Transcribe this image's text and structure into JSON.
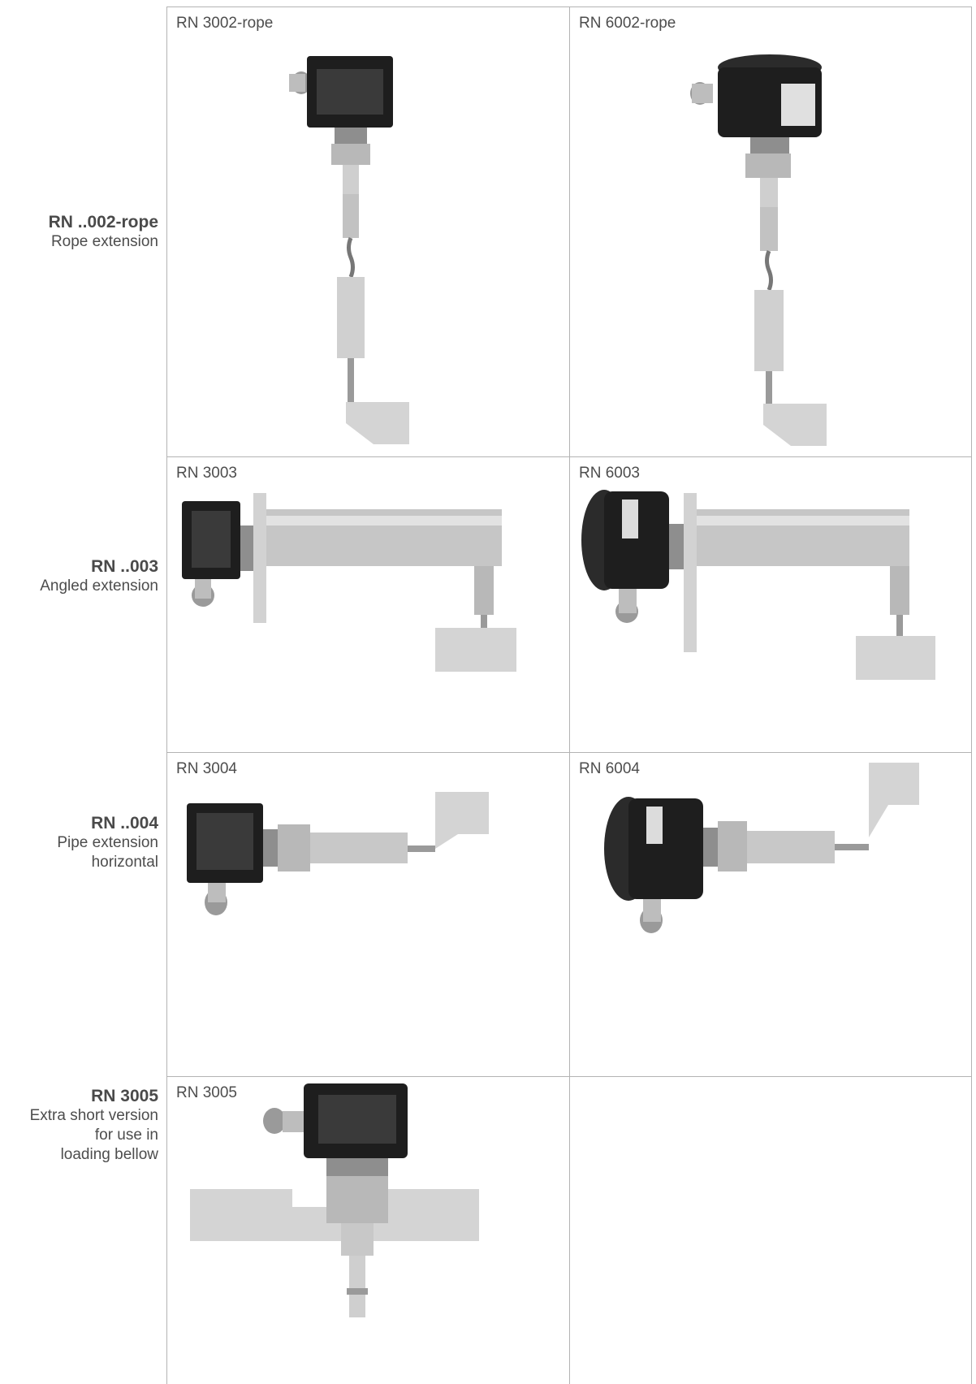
{
  "rows": [
    {
      "label_title": "RN ..002-rope",
      "label_desc": [
        "Rope extension"
      ],
      "cells": [
        "RN 3002-rope",
        "RN 6002-rope"
      ]
    },
    {
      "label_title": "RN ..003",
      "label_desc": [
        "Angled extension"
      ],
      "cells": [
        "RN 3003",
        "RN 6003"
      ]
    },
    {
      "label_title": "RN ..004",
      "label_desc": [
        "Pipe extension",
        "horizontal"
      ],
      "cells": [
        "RN 3004",
        "RN 6004"
      ]
    },
    {
      "label_title": "RN 3005",
      "label_desc": [
        "Extra short version",
        "for use in",
        "loading bellow"
      ],
      "cells": [
        "RN 3005",
        ""
      ]
    }
  ],
  "colors": {
    "grid_line": "#b3b3b3",
    "housing": "#1e1e1e",
    "steel": "#c8c8c8",
    "paddle": "#d4d4d4"
  }
}
